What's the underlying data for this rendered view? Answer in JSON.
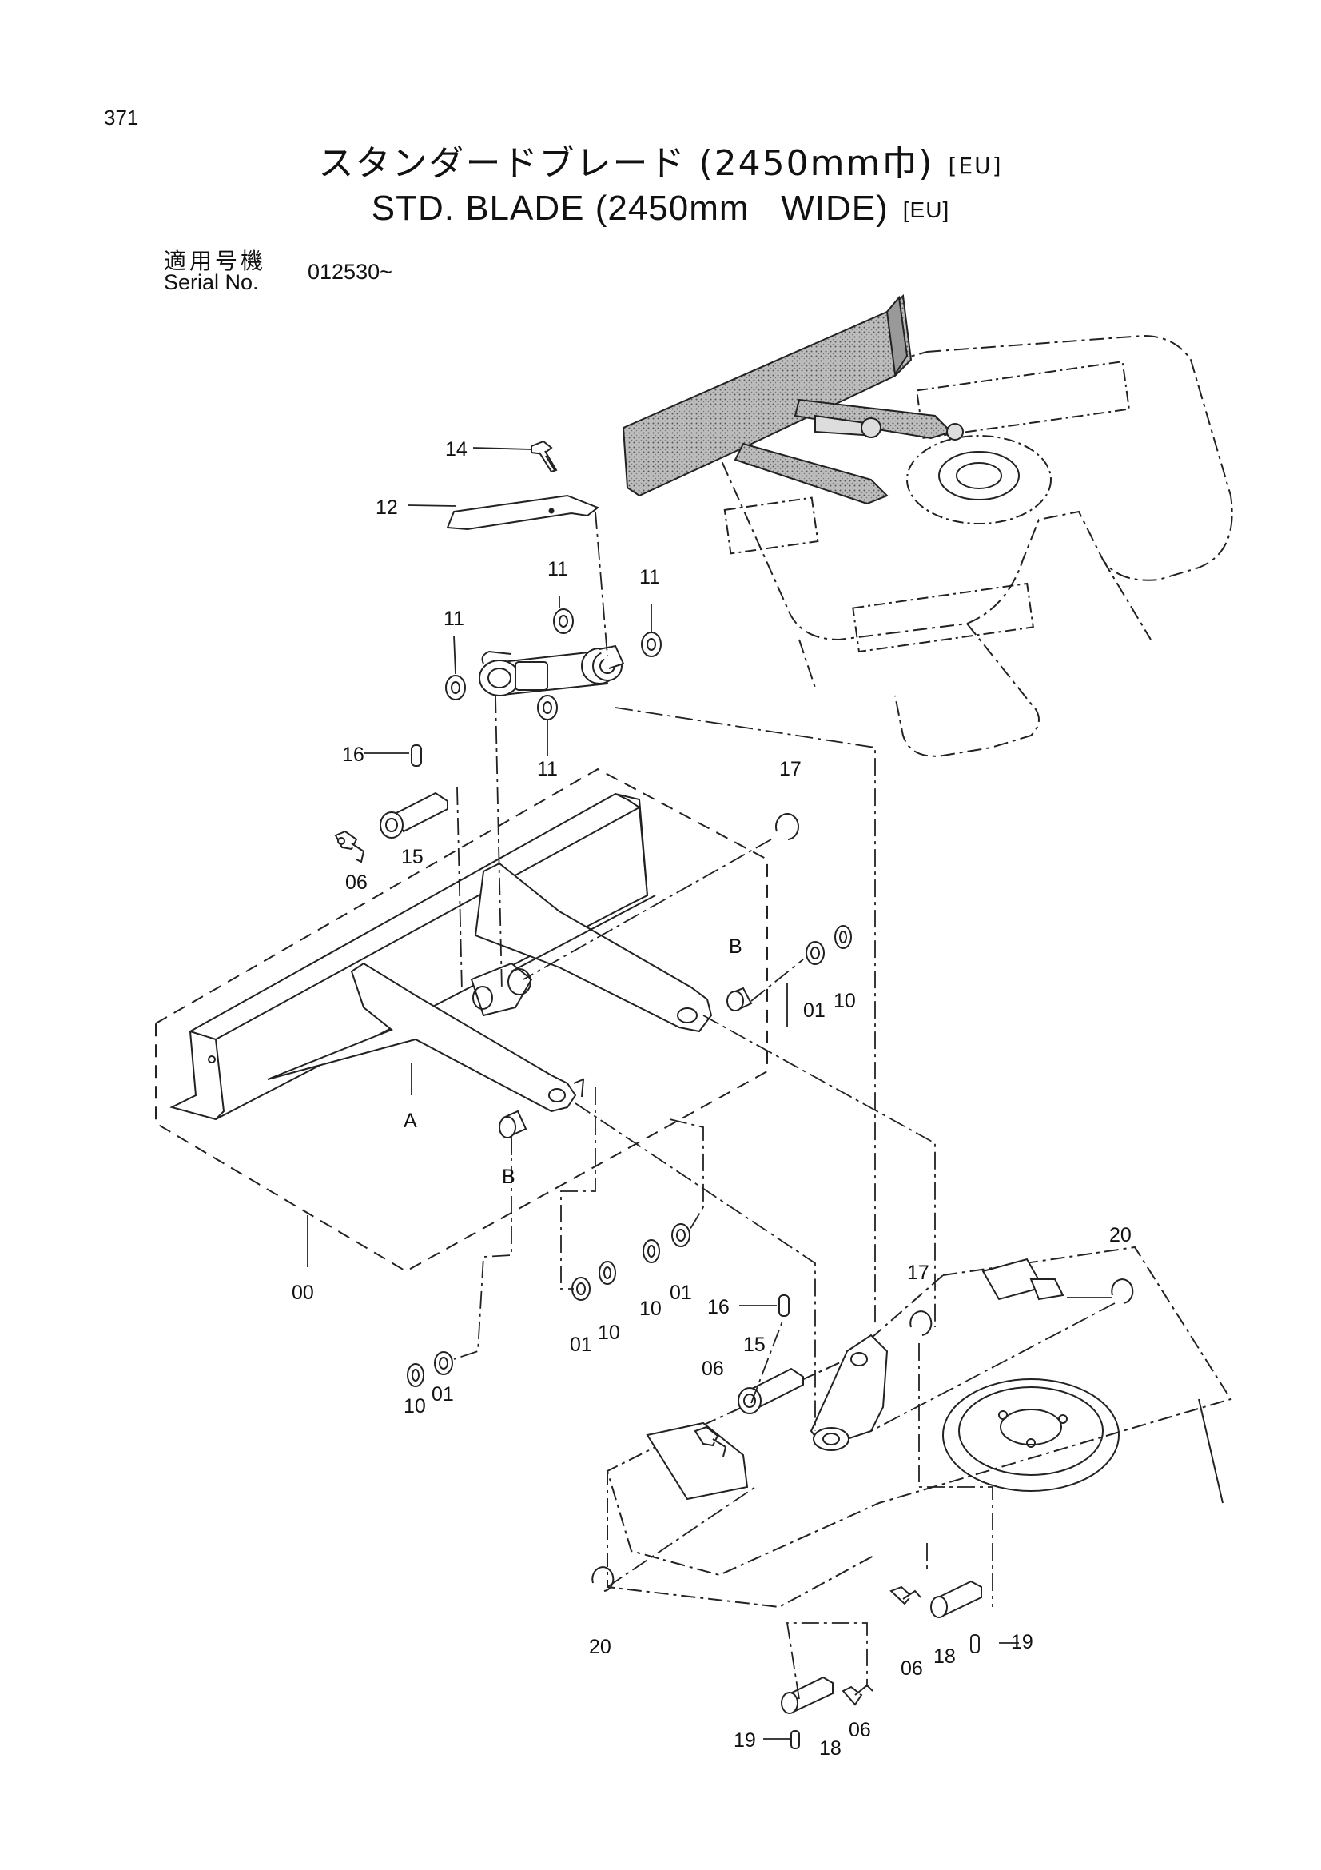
{
  "page": {
    "number": "371"
  },
  "title": {
    "jp": "スタンダードブレード (2450mm巾)",
    "en": "STD. BLADE (2450mm   WIDE)",
    "tag": "[EU]"
  },
  "serial": {
    "label_jp": "適用号機",
    "label_en": "Serial No.",
    "value": "012530~"
  },
  "callouts": {
    "c14": "14",
    "c12": "12",
    "c11a": "11",
    "c11b": "11",
    "c11c": "11",
    "c11d": "11",
    "c16a": "16",
    "c15a": "15",
    "c06a": "06",
    "c17a": "17",
    "cBa": "B",
    "c01a": "01",
    "c10a": "10",
    "cA": "A",
    "cBb": "B",
    "c00": "00",
    "c10b": "10",
    "c01b": "01",
    "c01c": "01",
    "c10c": "10",
    "c10d": "10",
    "c01d": "01",
    "c16b": "16",
    "c15b": "15",
    "c06b": "06",
    "c17b": "17",
    "c20a": "20",
    "c20b": "20",
    "c19a": "19",
    "c18a": "18",
    "c06c": "06",
    "c06d": "06",
    "c18b": "18",
    "c19b": "19"
  }
}
